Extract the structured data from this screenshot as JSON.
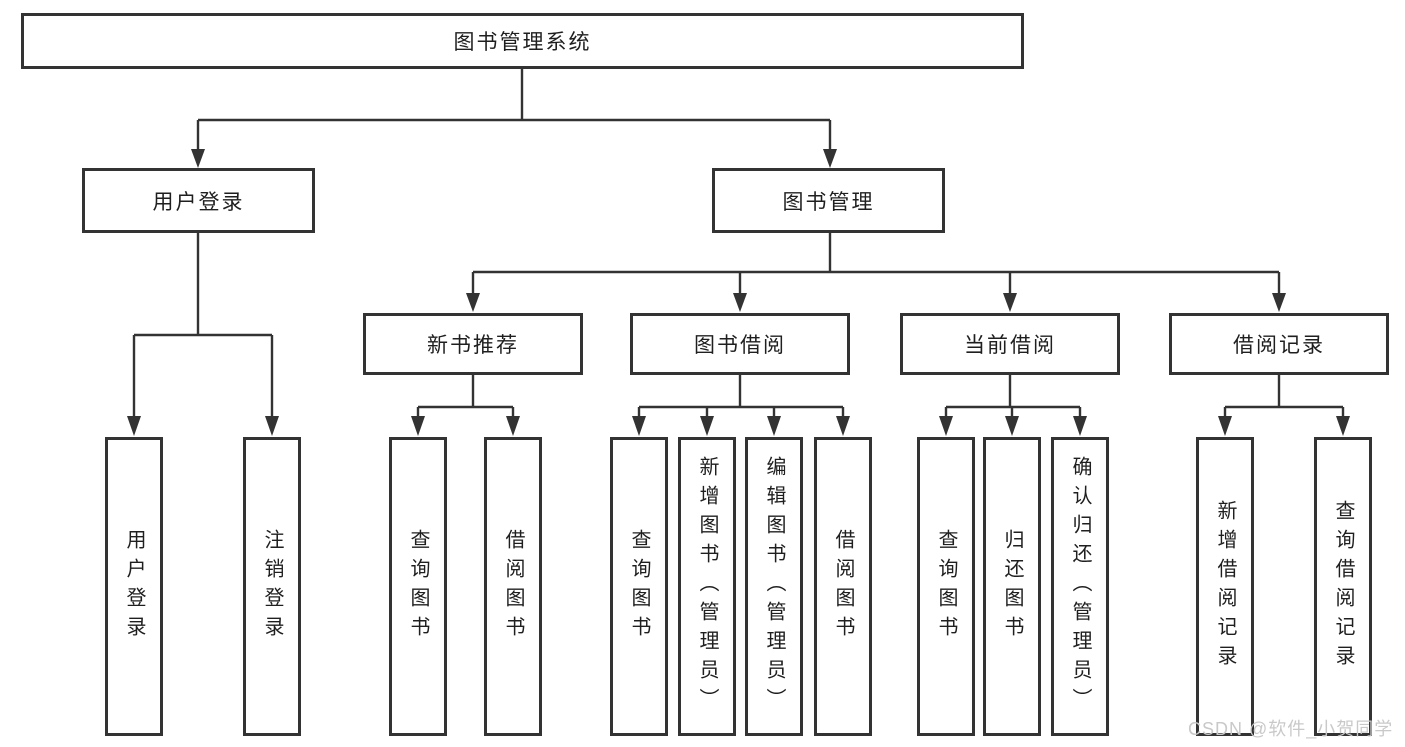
{
  "diagram_type": "hierarchy-tree",
  "colors": {
    "line": "#333333",
    "box_border": "#333333",
    "text": "#1f1f1f",
    "watermark": "#c9c9c9",
    "background": "#ffffff"
  },
  "tree": {
    "root": {
      "label": "图书管理系统"
    },
    "branches": [
      {
        "label": "用户登录",
        "children": [
          {
            "label": "用户登录"
          },
          {
            "label": "注销登录"
          }
        ]
      },
      {
        "label": "图书管理",
        "groups": [
          {
            "label": "新书推荐",
            "children": [
              {
                "label": "查询图书"
              },
              {
                "label": "借阅图书"
              }
            ]
          },
          {
            "label": "图书借阅",
            "children": [
              {
                "label": "查询图书"
              },
              {
                "label": "新增图书（管理员）"
              },
              {
                "label": "编辑图书（管理员）"
              },
              {
                "label": "借阅图书"
              }
            ]
          },
          {
            "label": "当前借阅",
            "children": [
              {
                "label": "查询图书"
              },
              {
                "label": "归还图书"
              },
              {
                "label": "确认归还（管理员）"
              }
            ]
          },
          {
            "label": "借阅记录",
            "children": [
              {
                "label": "新增借阅记录"
              },
              {
                "label": "查询借阅记录"
              }
            ]
          }
        ]
      }
    ]
  },
  "watermark": "CSDN @软件_小贺同学"
}
